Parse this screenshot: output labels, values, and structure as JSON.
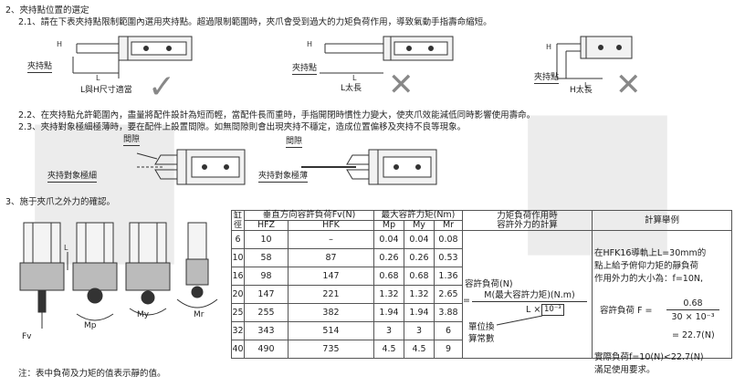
{
  "s2": {
    "heading": "2、夾持點位置的選定",
    "p1": "2.1、請在下表夾持點限制範圍內選用夾持點。超過限制範圍時，夾爪會受到過大的力矩負荷作用，導致氣動手指壽命縮短。",
    "fig1": {
      "clip_label": "夾持點",
      "caption": "L與H尺寸適當",
      "h": "H",
      "l": "L"
    },
    "fig2": {
      "clip_label": "夾持點",
      "caption": "L太長",
      "h": "H",
      "l": "L"
    },
    "fig3": {
      "clip_label": "夾持點",
      "caption": "H太長",
      "h": "H",
      "l": "L"
    },
    "p2": "2.2、在夾持點允許範圍內，盡量將配件設計為短而輕，當配件長而重時，手指開閉時慣性力變大，使夾爪效能減低同時影響使用壽命。",
    "p3": "2.3、夾持對象極細極薄時，要在配件上設置間隙。如無間隙則會出現夾持不穩定，造成位置偏移及夾持不良等現象。",
    "fig4": {
      "gap_label": "間隙",
      "target_label": "夾持對象極細"
    },
    "fig5": {
      "gap_label": "間隙",
      "target_label": "夾持對象極薄"
    }
  },
  "s3": {
    "heading": "3、施于夾爪之外力的確認。",
    "force_labels": {
      "fv": "Fv",
      "mp": "Mp",
      "my": "My",
      "mr": "Mr",
      "l": "L"
    },
    "note": "注：表中負荷及力矩的值表示靜的值。"
  },
  "table": {
    "col_bore": "缸徑",
    "col_fv": "垂直方向容許負荷Fv(N)",
    "col_m": "最大容許力矩(Nm)",
    "col_calc": "力矩負荷作用時容許外力的計算",
    "col_calc_l1": "力矩負荷作用時",
    "col_calc_l2": "容許外力的計算",
    "col_example": "計算舉例",
    "sub": [
      "HFZ",
      "HFK",
      "Mp",
      "My",
      "Mr"
    ],
    "rows": [
      [
        "6",
        "10",
        "–",
        "0.04",
        "0.04",
        "0.08"
      ],
      [
        "10",
        "58",
        "87",
        "0.26",
        "0.26",
        "0.53"
      ],
      [
        "16",
        "98",
        "147",
        "0.68",
        "0.68",
        "1.36"
      ],
      [
        "20",
        "147",
        "221",
        "1.32",
        "1.32",
        "2.65"
      ],
      [
        "25",
        "255",
        "382",
        "1.94",
        "1.94",
        "3.88"
      ],
      [
        "32",
        "343",
        "514",
        "3",
        "3",
        "6"
      ],
      [
        "40",
        "490",
        "735",
        "4.5",
        "4.5",
        "9"
      ]
    ],
    "formula": {
      "title": "容許負荷(N)",
      "eq": "=",
      "numerator": "M(最大容許力矩)(N.m)",
      "denominator_l": "L ×",
      "denominator_box": "10⁻³",
      "unit_label_1": "單位換",
      "unit_label_2": "算常數"
    },
    "example": {
      "l1": "在HFK16導軌上L=30mm的",
      "l2": "點上給予俯仰力矩的靜負荷",
      "l3": "作用外力的大小為：f=10N,",
      "f_label": "容許負荷 F =",
      "f_num": "0.68",
      "f_den": "30 × 10⁻³",
      "f_res": "= 22.7(N)",
      "c1": "實際負荷f=10(N)<22.7(N)",
      "c2": "滿足使用要求。"
    }
  }
}
